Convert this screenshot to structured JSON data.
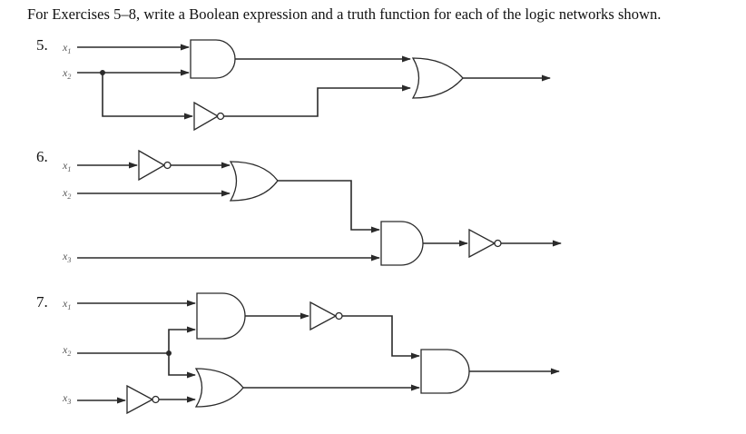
{
  "instructions": "For Exercises 5–8, write a Boolean expression and a truth function for each of the logic networks shown.",
  "variable_symbol": "x",
  "exercises": [
    {
      "number": "5.",
      "inputs": [
        "1",
        "2"
      ],
      "gates": [
        "AND",
        "NOT",
        "OR"
      ]
    },
    {
      "number": "6.",
      "inputs": [
        "1",
        "2",
        "3"
      ],
      "gates": [
        "NOT",
        "OR",
        "AND",
        "NOT"
      ]
    },
    {
      "number": "7.",
      "inputs": [
        "1",
        "2",
        "3"
      ],
      "gates": [
        "AND",
        "NOT",
        "NOT",
        "OR",
        "AND"
      ]
    }
  ]
}
